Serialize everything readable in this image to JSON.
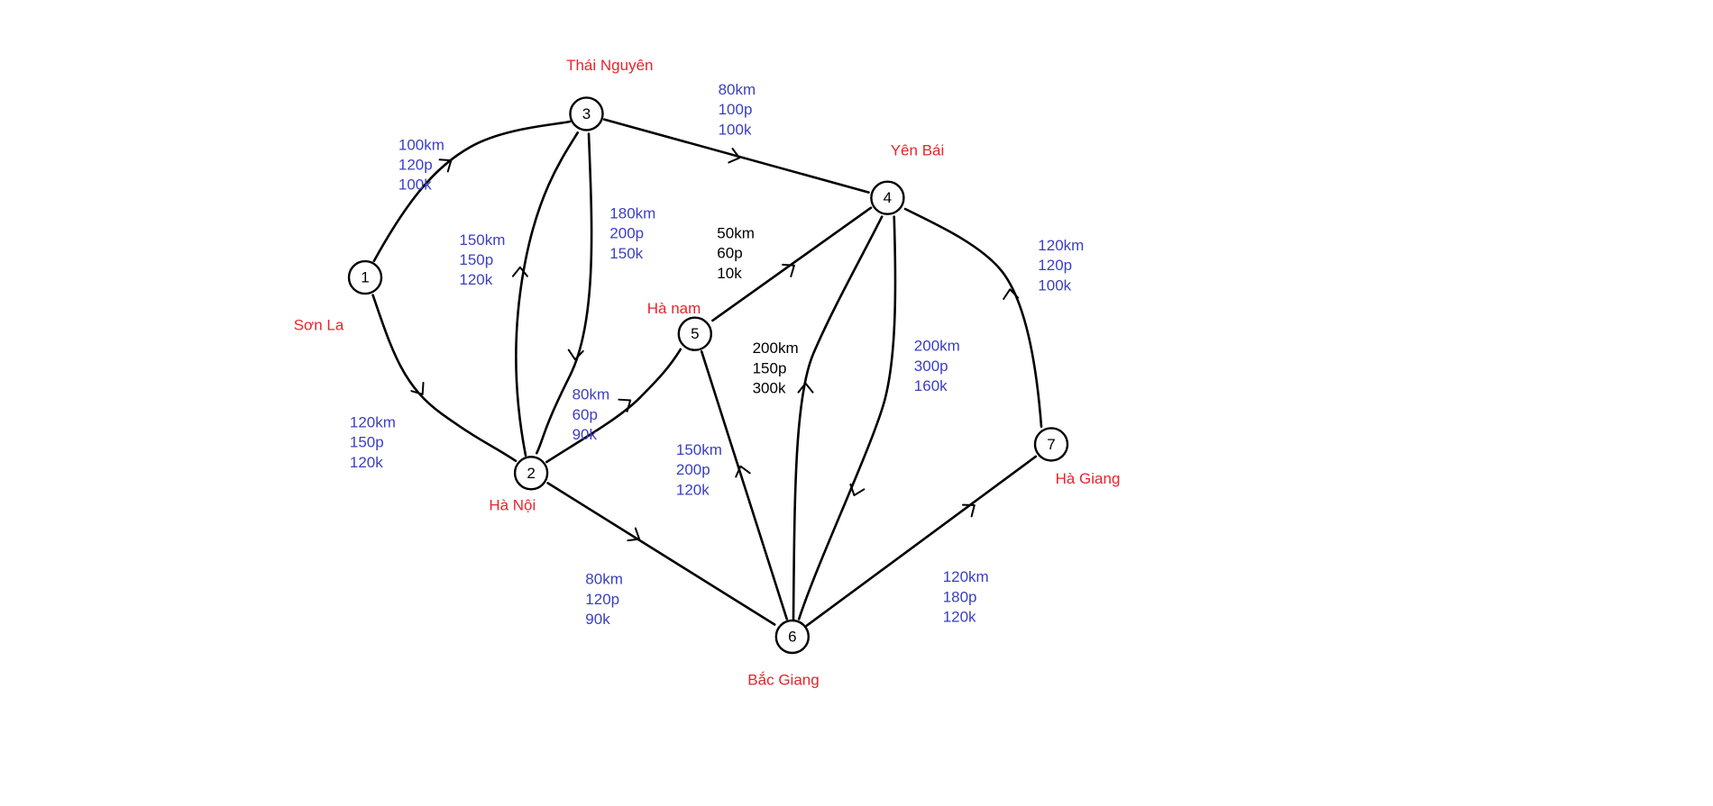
{
  "colors": {
    "city": "#e8242b",
    "label_blue": "#3b3fc4",
    "label_black": "#000000",
    "edge": "#000000"
  },
  "nodes": [
    {
      "id": "1",
      "city": "Sơn La"
    },
    {
      "id": "2",
      "city": "Hà Nội"
    },
    {
      "id": "3",
      "city": "Thái Nguyên"
    },
    {
      "id": "4",
      "city": "Yên Bái"
    },
    {
      "id": "5",
      "city": "Hà nam"
    },
    {
      "id": "6",
      "city": "Bắc Giang"
    },
    {
      "id": "7",
      "city": "Hà Giang"
    }
  ],
  "edges": [
    {
      "from": "1",
      "to": "3",
      "distance": "100km",
      "time": "120p",
      "cost": "100k",
      "color": "blue"
    },
    {
      "from": "1",
      "to": "2",
      "distance": "120km",
      "time": "150p",
      "cost": "120k",
      "color": "blue"
    },
    {
      "from": "2",
      "to": "3",
      "distance": "150km",
      "time": "150p",
      "cost": "120k",
      "color": "blue"
    },
    {
      "from": "3",
      "to": "2",
      "distance": "180km",
      "time": "200p",
      "cost": "150k",
      "color": "blue"
    },
    {
      "from": "3",
      "to": "4",
      "distance": "80km",
      "time": "100p",
      "cost": "100k",
      "color": "blue"
    },
    {
      "from": "2",
      "to": "5",
      "distance": "80km",
      "time": "60p",
      "cost": "90k",
      "color": "blue"
    },
    {
      "from": "5",
      "to": "4",
      "distance": "50km",
      "time": "60p",
      "cost": "10k",
      "color": "black"
    },
    {
      "from": "2",
      "to": "6",
      "distance": "80km",
      "time": "120p",
      "cost": "90k",
      "color": "blue"
    },
    {
      "from": "6",
      "to": "5",
      "distance": "150km",
      "time": "200p",
      "cost": "120k",
      "color": "blue"
    },
    {
      "from": "6",
      "to": "4",
      "distance": "200km",
      "time": "150p",
      "cost": "300k",
      "color": "black"
    },
    {
      "from": "4",
      "to": "6",
      "distance": "200km",
      "time": "300p",
      "cost": "160k",
      "color": "blue"
    },
    {
      "from": "6",
      "to": "7",
      "distance": "120km",
      "time": "180p",
      "cost": "120k",
      "color": "blue"
    },
    {
      "from": "7",
      "to": "4",
      "distance": "120km",
      "time": "120p",
      "cost": "100k",
      "color": "blue"
    }
  ]
}
